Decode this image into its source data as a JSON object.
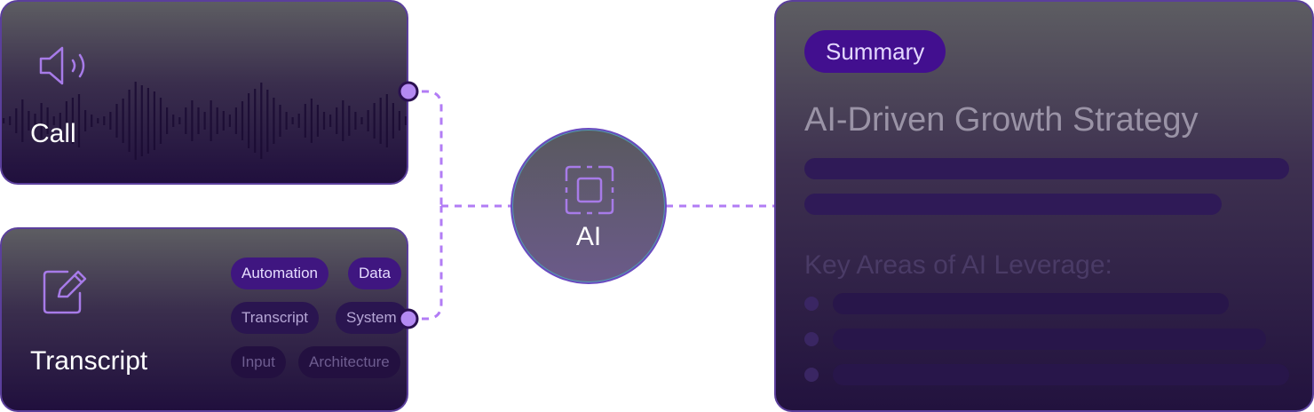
{
  "call_card": {
    "title": "Call",
    "icon": "speaker-icon"
  },
  "transcript_card": {
    "title": "Transcript",
    "icon": "edit-note-icon",
    "tags": [
      "Automation",
      "Data",
      "Transcript",
      "System",
      "Input",
      "Architecture"
    ]
  },
  "ai_node": {
    "label": "AI",
    "icon": "focus-frame-icon"
  },
  "summary_card": {
    "badge": "Summary",
    "heading": "AI-Driven Growth Strategy",
    "subheading": "Key Areas of AI Leverage:"
  },
  "colors": {
    "accent": "#b07cf0",
    "badge": "#420f8f",
    "connector": "#b27cf5"
  }
}
